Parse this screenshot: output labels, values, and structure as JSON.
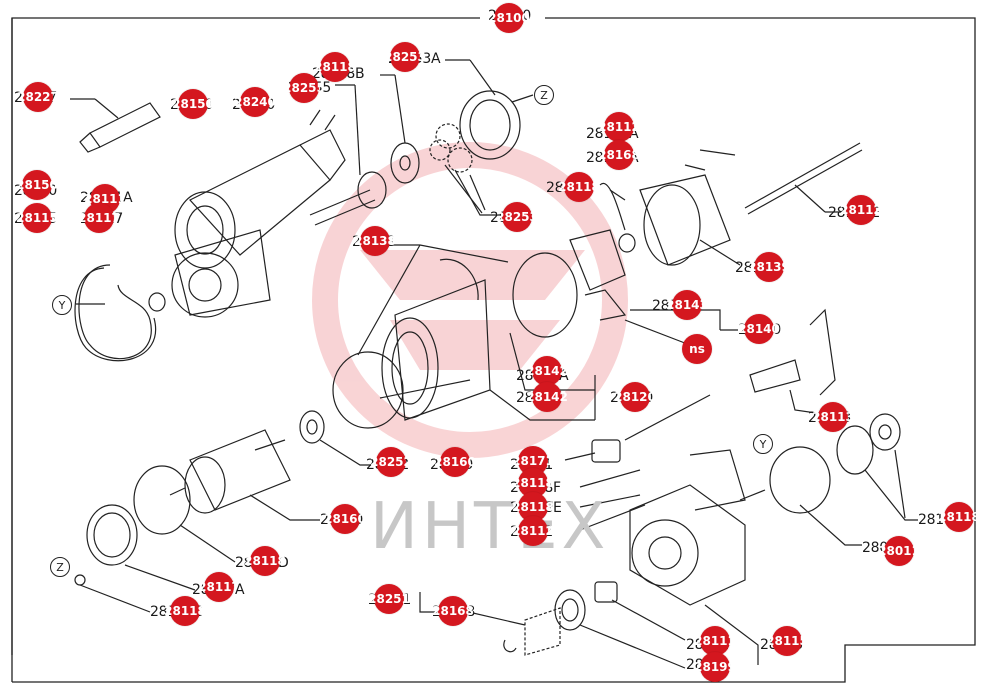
{
  "diagram": {
    "assembly_label": "28100",
    "watermark": "ИНТЕХ",
    "colors": {
      "hotspot": "#d4171f",
      "line": "#222222",
      "logo": "#f4b0b3"
    },
    "labels": [
      {
        "id": "l28100",
        "text": "28100"
      },
      {
        "id": "l28227",
        "text": "28227"
      },
      {
        "id": "l28150a",
        "text": "28150"
      },
      {
        "id": "l28240",
        "text": "28240"
      },
      {
        "id": "l28255",
        "text": "28255"
      },
      {
        "id": "l28118b",
        "text": "28118B"
      },
      {
        "id": "l28253a",
        "text": "28253A"
      },
      {
        "id": "l28150b",
        "text": "28150"
      },
      {
        "id": "l28111a",
        "text": "28111A"
      },
      {
        "id": "l28115a",
        "text": "28115"
      },
      {
        "id": "l28117",
        "text": "28117"
      },
      {
        "id": "l28112a",
        "text": "28112A"
      },
      {
        "id": "l28168a",
        "text": "28168A"
      },
      {
        "id": "l28118",
        "text": "28118"
      },
      {
        "id": "l28253",
        "text": "28253"
      },
      {
        "id": "l28112e",
        "text": "28112E"
      },
      {
        "id": "l28138",
        "text": "28138"
      },
      {
        "id": "l28139",
        "text": "28139"
      },
      {
        "id": "l28143",
        "text": "28143"
      },
      {
        "id": "l28140",
        "text": "28140"
      },
      {
        "id": "l28142a",
        "text": "28142A"
      },
      {
        "id": "l28142",
        "text": "28142"
      },
      {
        "id": "l28120",
        "text": "28120"
      },
      {
        "id": "l28113",
        "text": "28113"
      },
      {
        "id": "l28252",
        "text": "28252"
      },
      {
        "id": "l28160a",
        "text": "28160"
      },
      {
        "id": "l28171",
        "text": "28171"
      },
      {
        "id": "l28118f",
        "text": "28118F"
      },
      {
        "id": "l28118e",
        "text": "28118E"
      },
      {
        "id": "l28112",
        "text": "28112"
      },
      {
        "id": "l28160b",
        "text": "28160"
      },
      {
        "id": "l28118d",
        "text": "28118D"
      },
      {
        "id": "l28117a",
        "text": "28117A"
      },
      {
        "id": "l28118c",
        "text": "28118C"
      },
      {
        "id": "l28118a",
        "text": "28118A"
      },
      {
        "id": "l28011",
        "text": "28011"
      },
      {
        "id": "l28251",
        "text": "28251"
      },
      {
        "id": "l28168",
        "text": "28168"
      },
      {
        "id": "l28111",
        "text": "28111"
      },
      {
        "id": "l28115b",
        "text": "28115"
      },
      {
        "id": "l28199",
        "text": "28199"
      }
    ],
    "hotspots": [
      {
        "id": "h28100",
        "text": "28100"
      },
      {
        "id": "h28227",
        "text": "28227"
      },
      {
        "id": "h28150a",
        "text": "28150"
      },
      {
        "id": "h28240",
        "text": "28240"
      },
      {
        "id": "h28255",
        "text": "28255"
      },
      {
        "id": "h28118b",
        "text": "28118"
      },
      {
        "id": "h28253a",
        "text": "28253"
      },
      {
        "id": "h28150b",
        "text": "28150"
      },
      {
        "id": "h28111a",
        "text": "28111"
      },
      {
        "id": "h28115a",
        "text": "28115"
      },
      {
        "id": "h28117",
        "text": "28117"
      },
      {
        "id": "h28112a",
        "text": "28112"
      },
      {
        "id": "h28168a",
        "text": "28168"
      },
      {
        "id": "h28118",
        "text": "28118"
      },
      {
        "id": "h28253",
        "text": "28253"
      },
      {
        "id": "h28112e",
        "text": "28112"
      },
      {
        "id": "h28138",
        "text": "28138"
      },
      {
        "id": "h28139",
        "text": "28139"
      },
      {
        "id": "h28143",
        "text": "28143"
      },
      {
        "id": "h28140",
        "text": "28140"
      },
      {
        "id": "hns",
        "text": "ns"
      },
      {
        "id": "h28142a",
        "text": "28142"
      },
      {
        "id": "h28142",
        "text": "28142"
      },
      {
        "id": "h28120",
        "text": "28120"
      },
      {
        "id": "h28113",
        "text": "28113"
      },
      {
        "id": "h28252",
        "text": "28252"
      },
      {
        "id": "h28160a",
        "text": "28160"
      },
      {
        "id": "h28171",
        "text": "28171"
      },
      {
        "id": "h28118f",
        "text": "28118"
      },
      {
        "id": "h28118e",
        "text": "28118"
      },
      {
        "id": "h28112",
        "text": "28112"
      },
      {
        "id": "h28160b",
        "text": "28160"
      },
      {
        "id": "h28118d",
        "text": "28118"
      },
      {
        "id": "h28117a",
        "text": "28117"
      },
      {
        "id": "h28118c",
        "text": "28118"
      },
      {
        "id": "h28118a",
        "text": "28118"
      },
      {
        "id": "h28011",
        "text": "28011"
      },
      {
        "id": "h28251",
        "text": "28251"
      },
      {
        "id": "h28168",
        "text": "28168"
      },
      {
        "id": "h28111",
        "text": "28111"
      },
      {
        "id": "h28115b",
        "text": "28115"
      },
      {
        "id": "h28199",
        "text": "28199"
      }
    ],
    "callouts": [
      {
        "id": "cz1",
        "text": "Z"
      },
      {
        "id": "cy1",
        "text": "Y"
      },
      {
        "id": "cy2",
        "text": "Y"
      },
      {
        "id": "cz2",
        "text": "Z"
      }
    ]
  }
}
